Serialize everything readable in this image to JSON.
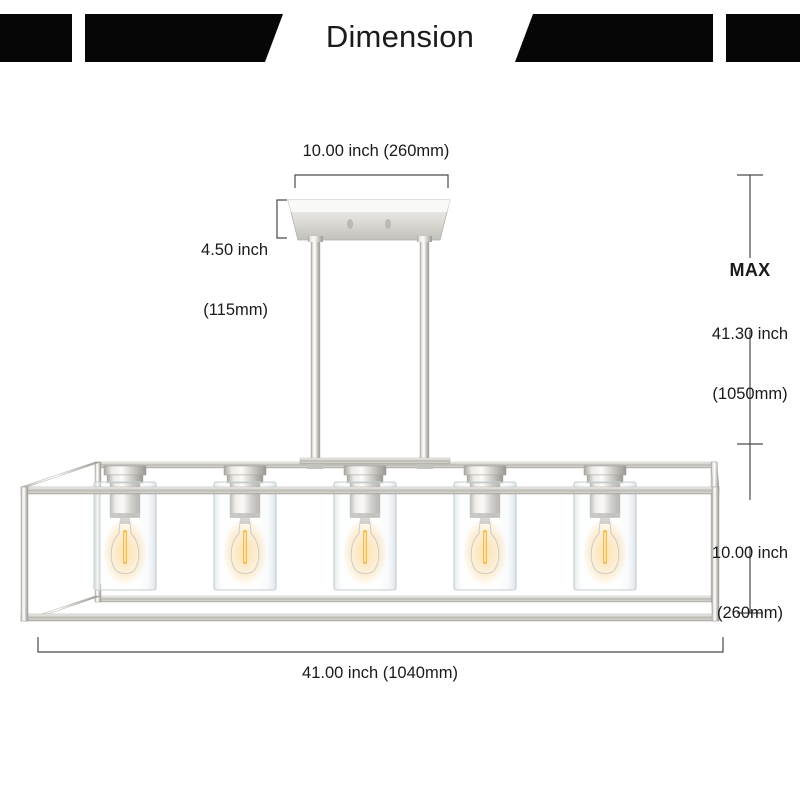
{
  "header": {
    "title": "Dimension",
    "banner_color": "#060606",
    "background": "#ffffff"
  },
  "product": {
    "type": "linear-island-chandelier",
    "light_count": 5,
    "finish_color": "#c9c7c2",
    "glass_color": "#eef2f4",
    "filament_color": "#f0b44a"
  },
  "dimensions": {
    "canopy_width": "10.00 inch (260mm)",
    "canopy_height_line1": "4.50 inch",
    "canopy_height_line2": "(115mm)",
    "max_title": "MAX",
    "max_height_line1": "41.30 inch",
    "max_height_line2": "(1050mm)",
    "shade_height_line1": "10.00 inch",
    "shade_height_line2": "(260mm)",
    "total_width": "41.00 inch (1040mm)"
  },
  "style": {
    "dimension_line_color": "#4a4a4a",
    "text_color": "#1a1a1a"
  }
}
